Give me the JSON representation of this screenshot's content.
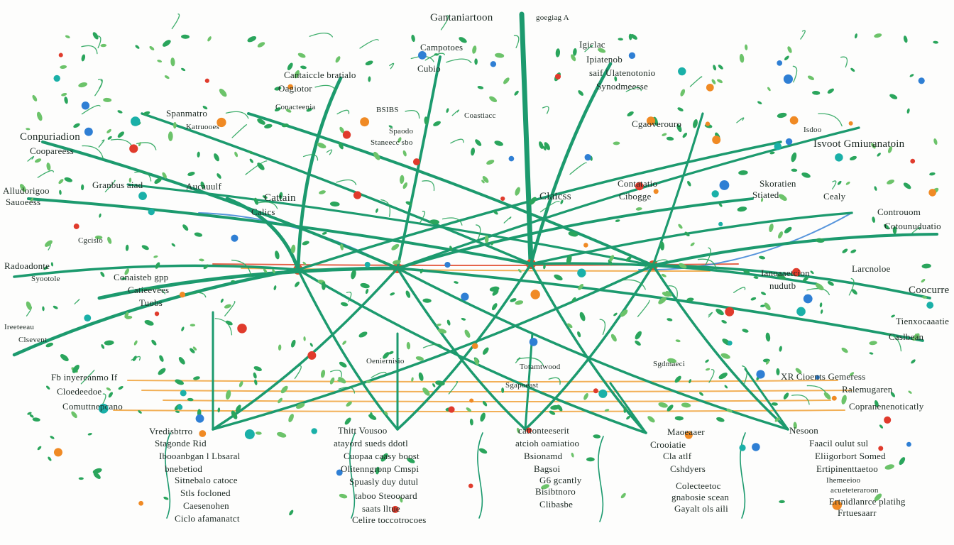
{
  "colors": {
    "trunk": "#1c9a6e",
    "leaf": "#2aa55c",
    "leaf_light": "#6cc36a",
    "hub": "#e2502c",
    "line_orange": "#f0a23a",
    "line_red": "#e0492b",
    "line_blue": "#3a82d6",
    "dot_blue": "#2f7fd4",
    "dot_red": "#e03b2c",
    "dot_orange": "#f08a24",
    "dot_teal": "#1ab0a8"
  },
  "labels": {
    "top_center": "Gantaniartoon",
    "top_right_small": "goegiag A",
    "campotoes": "Campotoes",
    "lgiclac": "Igiclac",
    "lpiatenob": "Ipiatenob",
    "cubio": "Cubio",
    "saif_ulatenotonio": "saif Ulatenotonio",
    "cantaiccle": "Cantaiccle  bratialo",
    "oagiotor": "Oagiotor",
    "synodmeesse": "Synodmeesse",
    "conacteenia": "Conacteenia",
    "bsibs": "BSIBS",
    "coastiacc": "Coastiacc",
    "spanmatro": "Spanmatro",
    "katruooes": "Katruooes",
    "comparadion": "Conpuriadion",
    "cooparees": "Coopareess",
    "spaodo": "Spaodo",
    "stansecc": "Staneecc sbo",
    "cgaoverouro": "Cgaoverouro",
    "lsdoo": "Isdoo",
    "lsvoot": "Isvoot  Gmiuranatoin",
    "cranbus": "Granbus  aiad",
    "aucauu": "Aucauulf",
    "allatoringo": "Alludorigoo",
    "saocess": "Sauoeess",
    "cattain": "Cattain",
    "calics": "Calics",
    "ca_cisio": "Cgcisio",
    "clabjbrs": "Claicss",
    "contatatio": "Contatatio",
    "cibogge": "Cibogge",
    "skoratien": "Skoratien",
    "stiated": "Stiated",
    "cealy": "Cealy",
    "controuom": "Controuom",
    "cotounudusto": "Cotounuduatio",
    "redoadonte": "Radoadonte",
    "syootole": "Syootole",
    "conaisteb": "Conaisteb  gpp",
    "catieevees": "Catieevees",
    "tuobs": "Tuobs",
    "lanoaaetcion": "Ianoaaetcion",
    "nudutb": "nudutb",
    "larcnoloe": "Larcnoloe",
    "coocuroe": "Coocurre",
    "tienxoeaaatie": "Tienxocaaatie",
    "caslbean": "Caslbean",
    "lreeteeau": "Ireeteeau",
    "clsevent": "Clsevent",
    "frb_inyereann": "Fb inyereanmo  If",
    "cloedeedoe": "Cloedeedoe",
    "comuttnpcano": "Comuttnepcano",
    "sgdmaeci": "Sgdmaeci",
    "oeniernisio": "Oeniernisio",
    "totamtwood": "Totamtwood",
    "sgapoeast": "Sgapoeast",
    "xr_cioents": "XR Cioents  Gemeress",
    "ralemugaren": "Ralemugaren",
    "copranenenoticatly": "Copranenenoticatly",
    "vredisbtrro": "Vredisbtrro",
    "stagonde": "Stagonde  Rid",
    "ubooanbgan": "Ibooanbgan  l  Lbsaral",
    "bnebetiod": "bnebetiod",
    "sitnebalo": "Sitnebalo  catoce",
    "stls": "Stls  focloned",
    "caesenohen": "Caesenohen",
    "ciclo": "Ciclo  afamanatct",
    "thitt_vousoo": "Thitt  Vousoo",
    "atayord": "atayord  sueds  ddotl",
    "cuopaa": "Cuopaa  caasy  boost",
    "olitenngronp": "Olitenngronp  Cmspi",
    "spuasly": "Spuasly  duy  dutul",
    "tdobo": "taboo  Steoooard",
    "saats": "saats  lltue",
    "celire": "Celire  toccotrocoes",
    "cattonteeserit": "cattonteeserit",
    "atcioh": "atcioh  oamiatioo",
    "bsionamd": "Bsionamd",
    "bagsoi": "Bagsoi",
    "gcantly": "G6  gcantly",
    "bisibtnoro": "Bisibtnoro",
    "clibasbe": "Clibasbe",
    "maoeaaer": "Maoeaaer",
    "croolatie": "Crooiatie",
    "cla_atlf": "Cla  atlf",
    "cshdyers": "Cshdyers",
    "colecteetoc": "Colecteetoc",
    "gnabosie": "gnabosie  scean",
    "gayalt": "Gayalt  ols  aili",
    "nesoon": "Nesoon",
    "faacil": "Faacil  oulut  sul",
    "eliigorbort": "Eliigorbort  Somed",
    "ertipinenttaetoo": "Ertipinenttaetoo",
    "ihemeeioo": "Ihemeeioo",
    "acuetetcaroon": "acueteteraroon",
    "ertnidlanrce": "Ertnidlanrce  platihg",
    "frtuesaarr": "Frtuesaarr"
  }
}
